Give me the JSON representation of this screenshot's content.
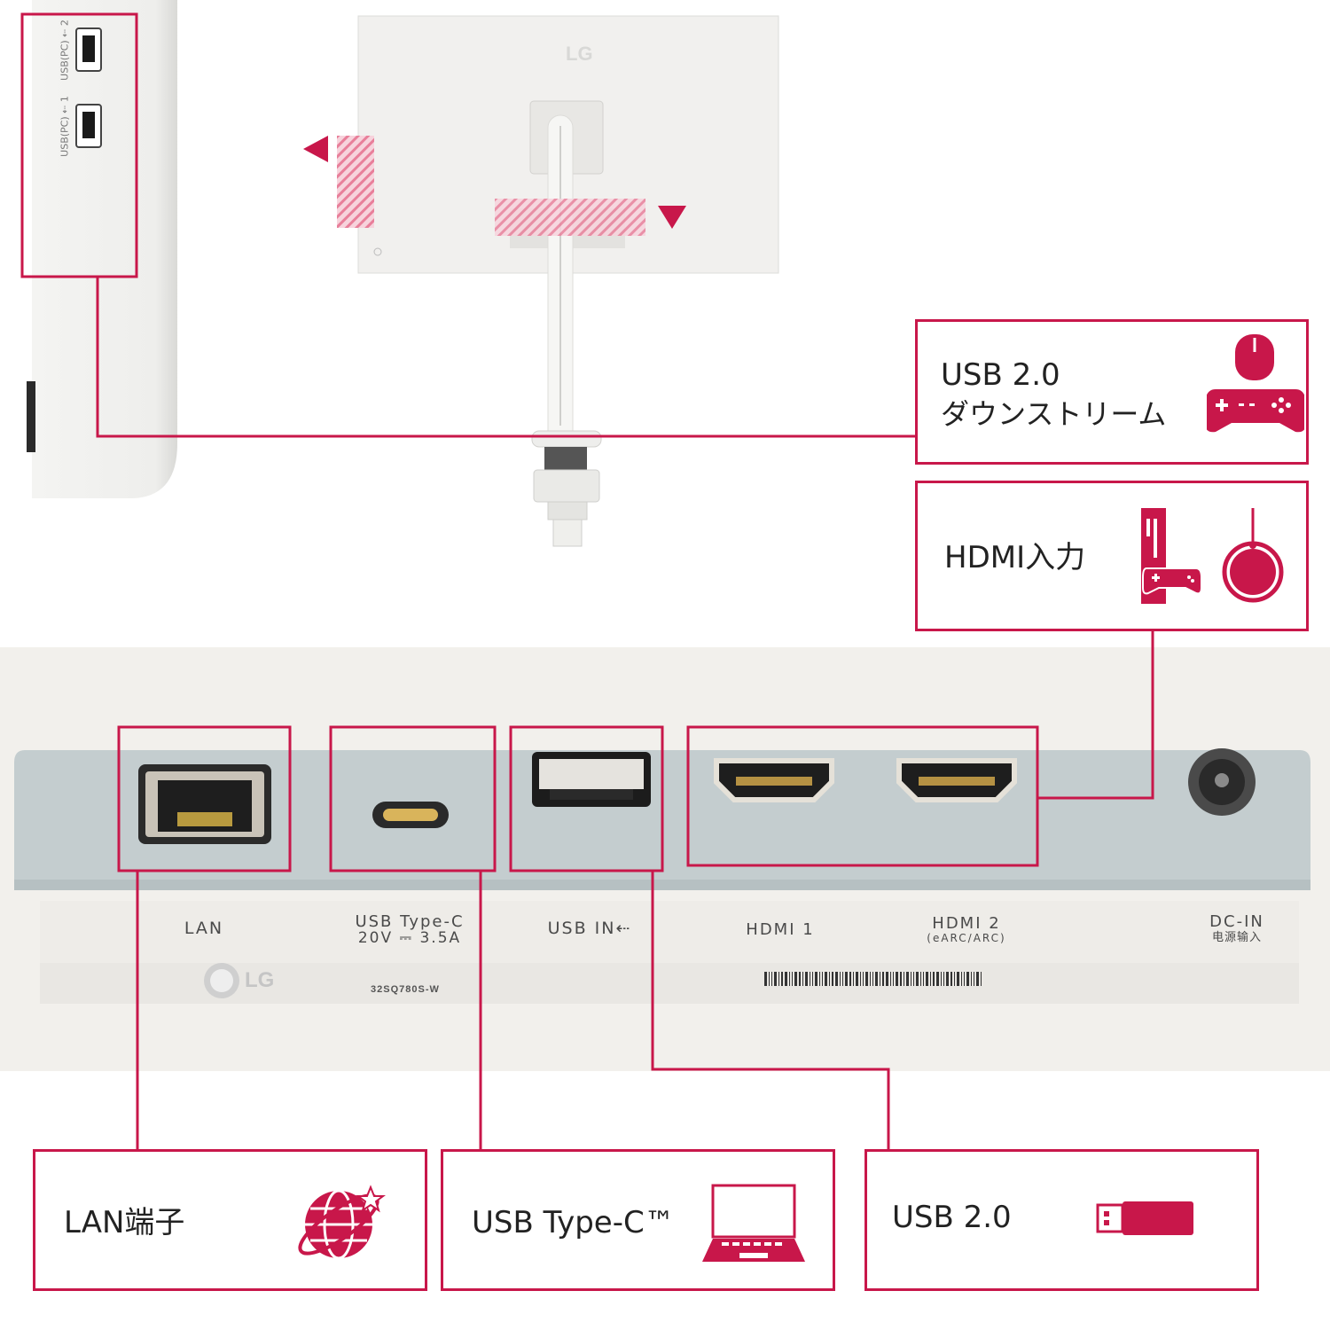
{
  "colors": {
    "accent": "#c8174a",
    "panel": "#f2f0ec",
    "port_strip": "#c4cdcf"
  },
  "side_panel": {
    "usb_port_2": "USB(PC) ⇠ 2",
    "usb_port_1": "USB(PC) ⇠ 1"
  },
  "monitor_back": {
    "logo": "LG"
  },
  "port_panel": {
    "labels": {
      "lan": "LAN",
      "usbc_line1": "USB Type-C",
      "usbc_line2": "20V ⎓ 3.5A",
      "usb_in": "USB IN⇠",
      "hdmi1": "HDMI 1",
      "hdmi2_line1": "HDMI 2",
      "hdmi2_line2": "(eARC/ARC)",
      "dcin_line1": "DC-IN",
      "dcin_line2": "电源输入"
    },
    "logo": "LG",
    "model": "32SQ780S-W"
  },
  "callouts": {
    "usb_downstream": {
      "line1": "USB 2.0",
      "line2": "ダウンストリーム",
      "icons": [
        "mouse-icon",
        "gamepad-icon"
      ]
    },
    "hdmi_input": {
      "label": "HDMI入力",
      "icons": [
        "game-console-icon",
        "streaming-stick-icon"
      ]
    },
    "lan": {
      "label": "LAN端子",
      "icon": "globe-network-icon"
    },
    "usb_type_c": {
      "label": "USB Type-C™",
      "icon": "laptop-icon"
    },
    "usb_2": {
      "label": "USB 2.0",
      "icon": "usb-stick-icon"
    }
  }
}
